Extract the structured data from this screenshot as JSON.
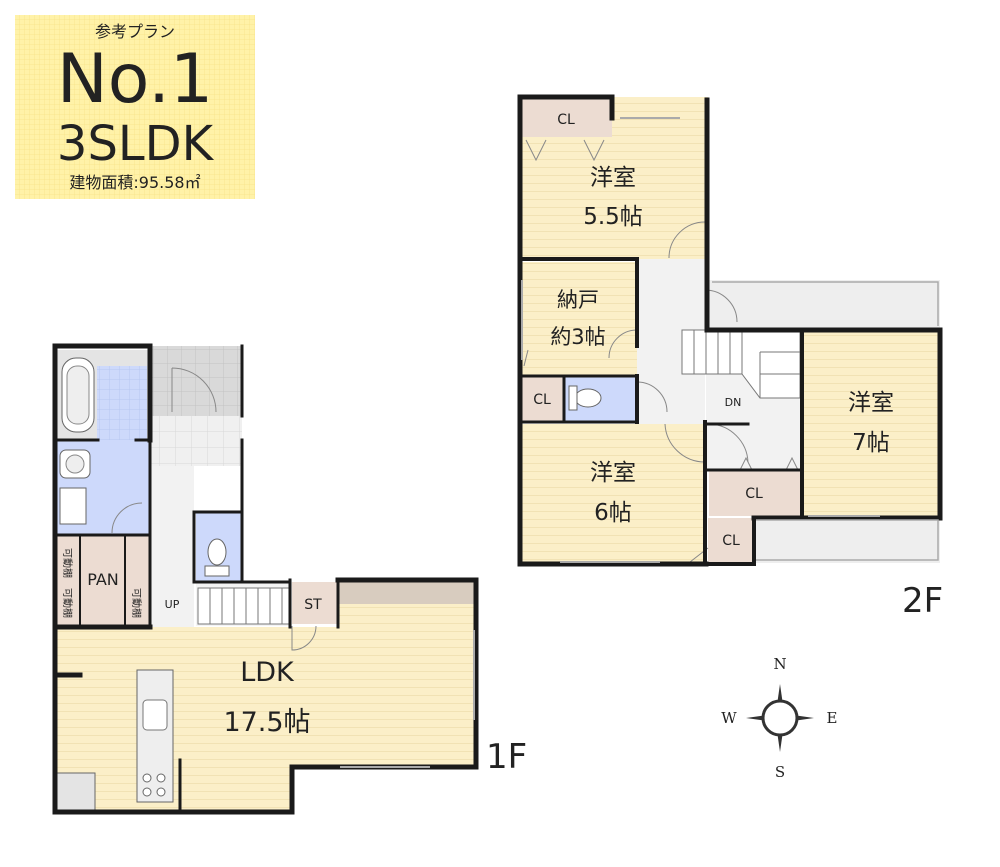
{
  "badge": {
    "caption": "参考プラン",
    "plan_no": "No.1",
    "layout": "3SLDK",
    "area_label": "建物面積:95.58㎡"
  },
  "floor1": {
    "floor_label": "1F",
    "ldk_name": "LDK",
    "ldk_size": "17.5帖",
    "pan": "PAN",
    "shelf": "可動棚",
    "st": "ST",
    "up": "UP"
  },
  "floor2": {
    "floor_label": "2F",
    "room_a_name": "洋室",
    "room_a_size": "5.5帖",
    "storage_name": "納戸",
    "storage_size": "約3帖",
    "room_b_name": "洋室",
    "room_b_size": "6帖",
    "room_c_name": "洋室",
    "room_c_size": "7帖",
    "cl": "CL",
    "dn": "DN"
  },
  "compass": {
    "n": "N",
    "s": "S",
    "e": "E",
    "w": "W"
  },
  "colors": {
    "floor": "#fbefc8",
    "closet": "#ecdcd2",
    "bath": "#cdd9fb",
    "wall": "#1a1a1a",
    "badge": "#fff2a8",
    "grey": "#e2e2e2"
  }
}
